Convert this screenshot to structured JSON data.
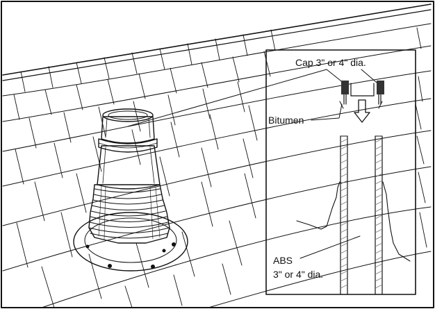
{
  "labels": {
    "cap": "Cap 3\" or 4\" dia.",
    "bitumen": "Bitumen",
    "abs_line1": "ABS",
    "abs_line2": "3\" or 4\" dia."
  },
  "colors": {
    "line": "#111111",
    "background": "#ffffff",
    "pipe_shade": "#bfbfbf"
  }
}
